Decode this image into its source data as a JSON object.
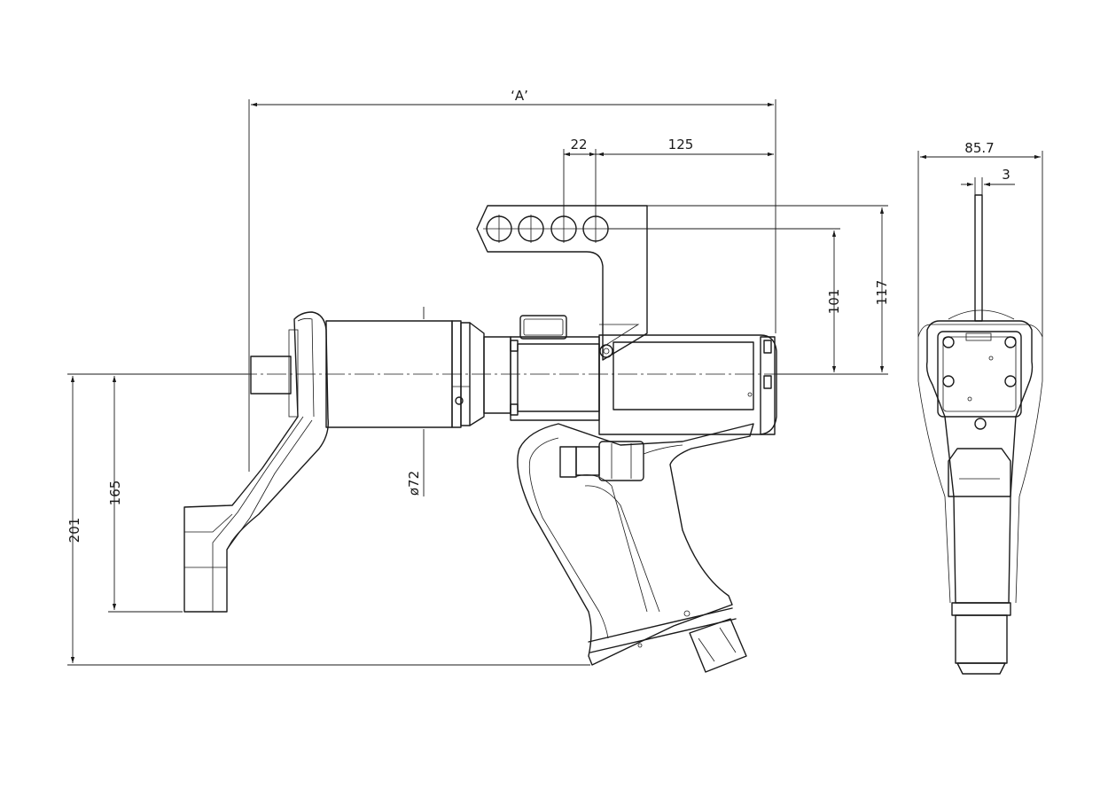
{
  "drawing": {
    "dimensions": {
      "overall_length": "‘A’",
      "offset_small": "22",
      "offset_large": "125",
      "width_view": "85.7",
      "reaction_gap": "3",
      "height_101": "101",
      "height_117": "117",
      "diameter": "ø72",
      "reaction_165": "165",
      "overall_201": "201"
    },
    "colors": {
      "line": "#1a1a1a",
      "background": "#ffffff"
    }
  }
}
